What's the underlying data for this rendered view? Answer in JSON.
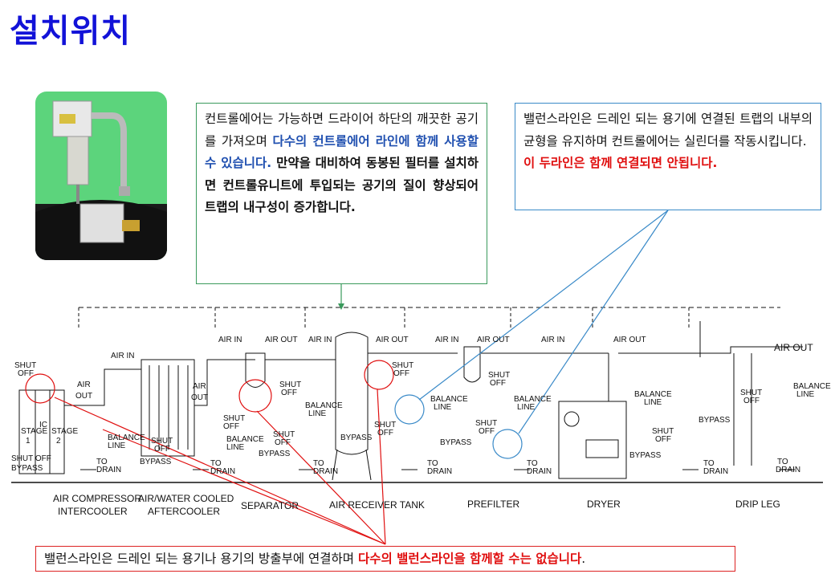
{
  "title": "설치위치",
  "box1": {
    "part1": "컨트롤에어는 가능하면 드라이어 하단의 깨끗한 공기를 가져오며 ",
    "part2": "다수의 컨트롤에어 라인에 함께 사용할 수 있습니다.",
    "part3": " 만약을 대비하여 동봉된 필터를 설치하면 컨트롤유니트에 투입되는 공기의 질이 향상되어 트랩의 내구성이 증가합니다."
  },
  "box2": {
    "part1": "밸런스라인은 드레인 되는 용기에 연결된 트랩의 내부의 균형을 유지하며 컨트롤에어는 실린더를 작동시킵니다.",
    "part2": "이 두라인은 함께 연결되면 안됩니다."
  },
  "box3": {
    "part1": "밸런스라인은 드레인 되는 용기나 용기의 방출부에 연결하며 ",
    "part2": "다수의 밸런스라인을 함께할 수는 없습니다",
    "part3": "."
  },
  "diagram": {
    "sections": [
      "AIR COMPRESSOR",
      "INTERCOOLER",
      "AIR/WATER COOLED",
      "AFTERCOOLER",
      "SEPARATOR",
      "AIR RECEIVER TANK",
      "PREFILTER",
      "DRYER",
      "DRIP LEG"
    ],
    "labels": {
      "air_in": "AIR IN",
      "air_out": "AIR OUT",
      "air": "AIR",
      "out": "OUT",
      "shut": "SHUT",
      "off": "OFF",
      "balance": "BALANCE",
      "line": "LINE",
      "bypass": "BYPASS",
      "to": "TO",
      "drain": "DRAIN",
      "shut_off": "SHUT OFF",
      "stage": "STAGE",
      "stage1": "1",
      "stage2": "2",
      "ic": "IC"
    }
  },
  "colors": {
    "title": "#1212d8",
    "highlight_red": "#e01010",
    "highlight_blue": "#2050b0",
    "box1_border": "#3a9a5c",
    "box2_border": "#3a8ac8",
    "box3_border": "#dd2222"
  }
}
